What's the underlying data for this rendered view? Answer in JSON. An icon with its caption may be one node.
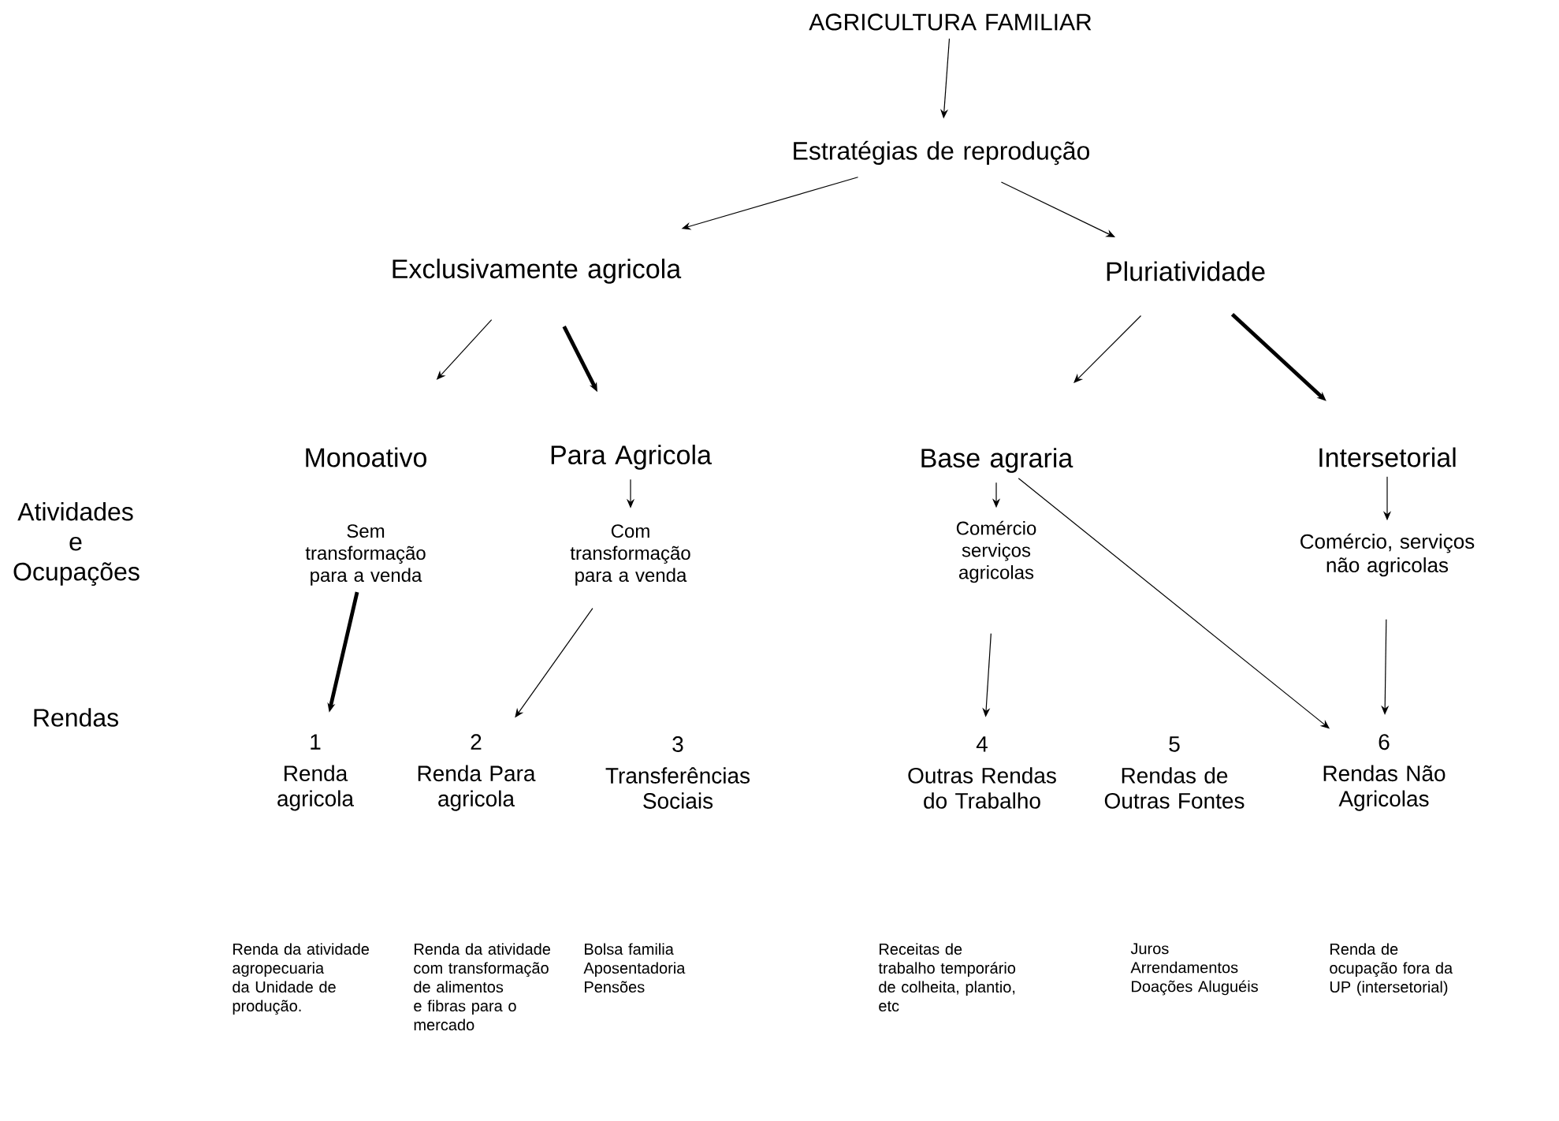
{
  "diagram": {
    "nodes": [
      {
        "text": [
          "AGRICULTURA FAMILIAR"
        ]
      },
      {
        "text": [
          "Estratégias de reprodução"
        ]
      },
      {
        "text": [
          "Exclusivamente agricola"
        ]
      },
      {
        "text": [
          "Pluriatividade"
        ]
      },
      {
        "text": [
          "Monoativo"
        ]
      },
      {
        "text": [
          "Para Agricola"
        ]
      },
      {
        "text": [
          "Base agraria"
        ]
      },
      {
        "text": [
          "Intersetorial"
        ]
      },
      {
        "text": [
          "Sem transformação para a venda"
        ]
      },
      {
        "text": [
          "Com transformação para a venda"
        ]
      },
      {
        "text": [
          "Comércio serviços agricolas"
        ]
      },
      {
        "text": [
          "Comércio, serviços não agricolas"
        ]
      },
      {
        "text": [
          "1",
          "Renda agricola"
        ]
      },
      {
        "text": [
          "2",
          "Renda Para agricola"
        ]
      },
      {
        "text": [
          "3",
          "Transferências Sociais"
        ]
      },
      {
        "text": [
          "4",
          "Outras Rendas do Trabalho"
        ]
      },
      {
        "text": [
          "5",
          "Rendas de Outras Fontes"
        ]
      },
      {
        "text": [
          "6",
          "Rendas Não Agricolas"
        ]
      }
    ],
    "edges": [
      {
        "from": 0,
        "to": 1,
        "arrow": "to"
      },
      {
        "from": 1,
        "to": 2,
        "arrow": "to"
      },
      {
        "from": 1,
        "to": 3,
        "arrow": "to"
      },
      {
        "from": 2,
        "to": 4,
        "arrow": "to"
      },
      {
        "from": 2,
        "to": 5,
        "arrow": "to",
        "style": "thick"
      },
      {
        "from": 3,
        "to": 6,
        "arrow": "to"
      },
      {
        "from": 3,
        "to": 7,
        "arrow": "to",
        "style": "thick"
      },
      {
        "from": 5,
        "to": 9,
        "arrow": "to"
      },
      {
        "from": 8,
        "to": 12,
        "arrow": "to",
        "style": "thick"
      },
      {
        "from": 9,
        "to": 13,
        "arrow": "to"
      },
      {
        "from": 6,
        "to": 10,
        "arrow": "to"
      },
      {
        "from": 10,
        "to": 15,
        "arrow": "to"
      },
      {
        "from": 6,
        "to": 17,
        "arrow": "to"
      },
      {
        "from": 7,
        "to": 11,
        "arrow": "to"
      },
      {
        "from": 11,
        "to": 17,
        "arrow": "to"
      }
    ],
    "labels": [
      "Atividades e Ocupações",
      "Rendas",
      "Renda da atividade agropecuaria da Unidade de produção.",
      "Renda da atividade com transformação de alimentos e fibras para o mercado",
      "Bolsa familia Aposentadoria Pensões",
      "Receitas de trabalho temporário de colheita, plantio, etc",
      "Juros Arrendamentos Doações Aluguéis",
      "Renda de ocupação fora da UP (intersetorial)"
    ]
  }
}
